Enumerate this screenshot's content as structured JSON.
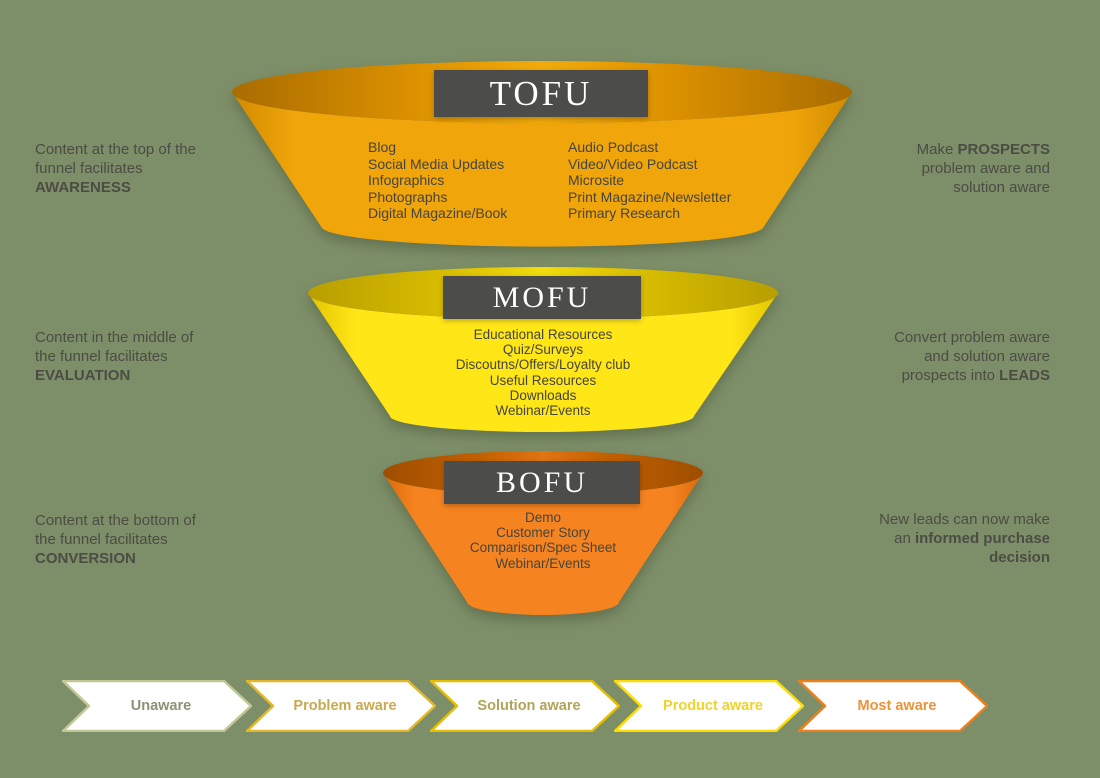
{
  "palette": {
    "background": "#7D8F69",
    "title_plate": "#4C4C4A",
    "note_text": "#4C4C44",
    "tofu_body": "#F0A50A",
    "tofu_top": "#B07200",
    "mofu_body": "#FFE617",
    "mofu_top": "#C8AC00",
    "bofu_body": "#F5831F",
    "bofu_top": "#B25800"
  },
  "funnels": {
    "tofu": {
      "title": "TOFU",
      "items_col1": [
        "Blog",
        "Social Media Updates",
        "Infographics",
        "Photographs",
        "Digital Magazine/Book"
      ],
      "items_col2": [
        "Audio Podcast",
        "Video/Video Podcast",
        "Microsite",
        "Print Magazine/Newsletter",
        "Primary Research"
      ]
    },
    "mofu": {
      "title": "MOFU",
      "items": [
        "Educational Resources",
        "Quiz/Surveys",
        "Discoutns/Offers/Loyalty club",
        "Useful Resources",
        "Downloads",
        "Webinar/Events"
      ]
    },
    "bofu": {
      "title": "BOFU",
      "items": [
        "Demo",
        "Customer Story",
        "Comparison/Spec Sheet",
        "Webinar/Events"
      ]
    }
  },
  "left_notes": [
    {
      "lines": [
        "Content at the top of the",
        "funnel facilitates",
        "AWARENESS"
      ]
    },
    {
      "lines": [
        "Content in the middle of",
        "the funnel facilitates",
        "EVALUATION"
      ]
    },
    {
      "lines": [
        "Content at the bottom of",
        "the funnel facilitates",
        "CONVERSION"
      ]
    }
  ],
  "right_notes": [
    {
      "lines": [
        [
          "Make ",
          "PROSPECTS"
        ],
        [
          "problem aware and"
        ],
        [
          "solution aware"
        ]
      ]
    },
    {
      "lines": [
        [
          "Convert problem aware"
        ],
        [
          "and solution aware"
        ],
        [
          "prospects into ",
          "LEADS"
        ]
      ]
    },
    {
      "lines": [
        [
          "New leads can now make"
        ],
        [
          "an ",
          "informed purchase"
        ],
        [
          "decision"
        ]
      ]
    }
  ],
  "stages": [
    {
      "label": "Unaware",
      "border_color": "#C3C794",
      "text_color": "#8E9077"
    },
    {
      "label": "Problem aware",
      "border_color": "#E2B82A",
      "text_color": "#C9A94E"
    },
    {
      "label": "Solution aware",
      "border_color": "#E7BD00",
      "text_color": "#B2A356"
    },
    {
      "label": "Product aware",
      "border_color": "#FFDC00",
      "text_color": "#EFD329"
    },
    {
      "label": "Most aware",
      "border_color": "#EF7F1A",
      "text_color": "#EE9237"
    }
  ]
}
